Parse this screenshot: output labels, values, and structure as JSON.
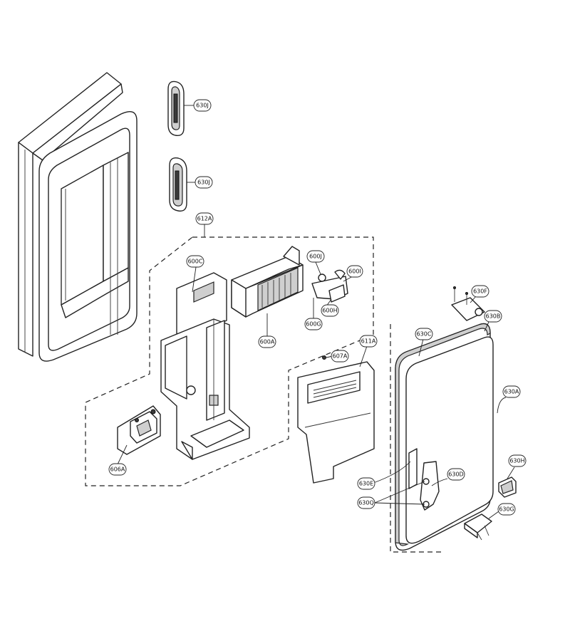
{
  "callouts": {
    "c630J_top": "630J",
    "c630J_bottom": "630J",
    "c612A": "612A",
    "c600C": "600C",
    "c600J": "600J",
    "c600I": "600I",
    "c600H": "600H",
    "c600G": "600G",
    "c600A": "600A",
    "c607A": "607A",
    "c611A": "611A",
    "c606A": "606A",
    "c630F": "630F",
    "c630B": "630B",
    "c630C": "630C",
    "c630A": "630A",
    "c630H": "630H",
    "c630G": "630G",
    "c630E": "630E",
    "c630D": "630D",
    "c630Q": "630Q"
  },
  "colors": {
    "line": "#222222",
    "background": "#ffffff",
    "part_fill": "#f4f4f4"
  }
}
